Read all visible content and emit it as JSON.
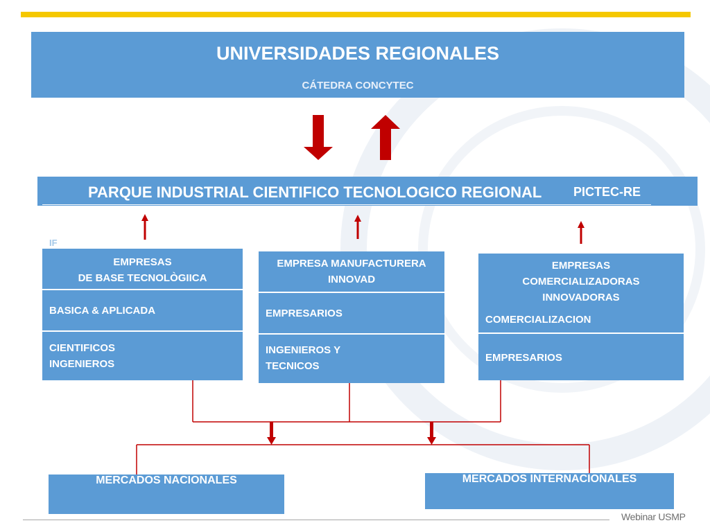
{
  "header": {
    "title": "UNIVERSIDADES REGIONALES",
    "subtitle": "CÁTEDRA CONCYTEC"
  },
  "park": {
    "title": "PARQUE INDUSTRIAL CIENTIFICO TECNOLOGICO REGIONAL",
    "acronym": "PICTEC-RE"
  },
  "if_label": "IF",
  "columns": [
    {
      "title": [
        "EMPRESAS",
        "DE BASE TECNOLÒGIICA"
      ],
      "rows": [
        [
          "BASICA & APLICADA"
        ],
        [
          "CIENTIFICOS",
          "INGENIEROS"
        ]
      ]
    },
    {
      "title": [
        "EMPRESA MANUFACTURERA",
        "INNOVAD"
      ],
      "rows": [
        [
          "EMPRESARIOS"
        ],
        [
          "INGENIEROS Y",
          "TECNICOS"
        ]
      ]
    },
    {
      "title": [
        "EMPRESAS",
        "COMERCIALIZADORAS",
        "INNOVADORAS"
      ],
      "rows": [
        [
          "COMERCIALIZACION"
        ],
        [
          "EMPRESARIOS"
        ]
      ]
    }
  ],
  "markets": {
    "national": "MERCADOS NACIONALES",
    "international": "MERCADOS INTERNACIONALES"
  },
  "footer": {
    "brand": "Webinar USMP"
  },
  "colors": {
    "box": "#5b9bd5",
    "arrow": "#c00000",
    "top_line": "#f5c800",
    "text": "#ffffff"
  }
}
